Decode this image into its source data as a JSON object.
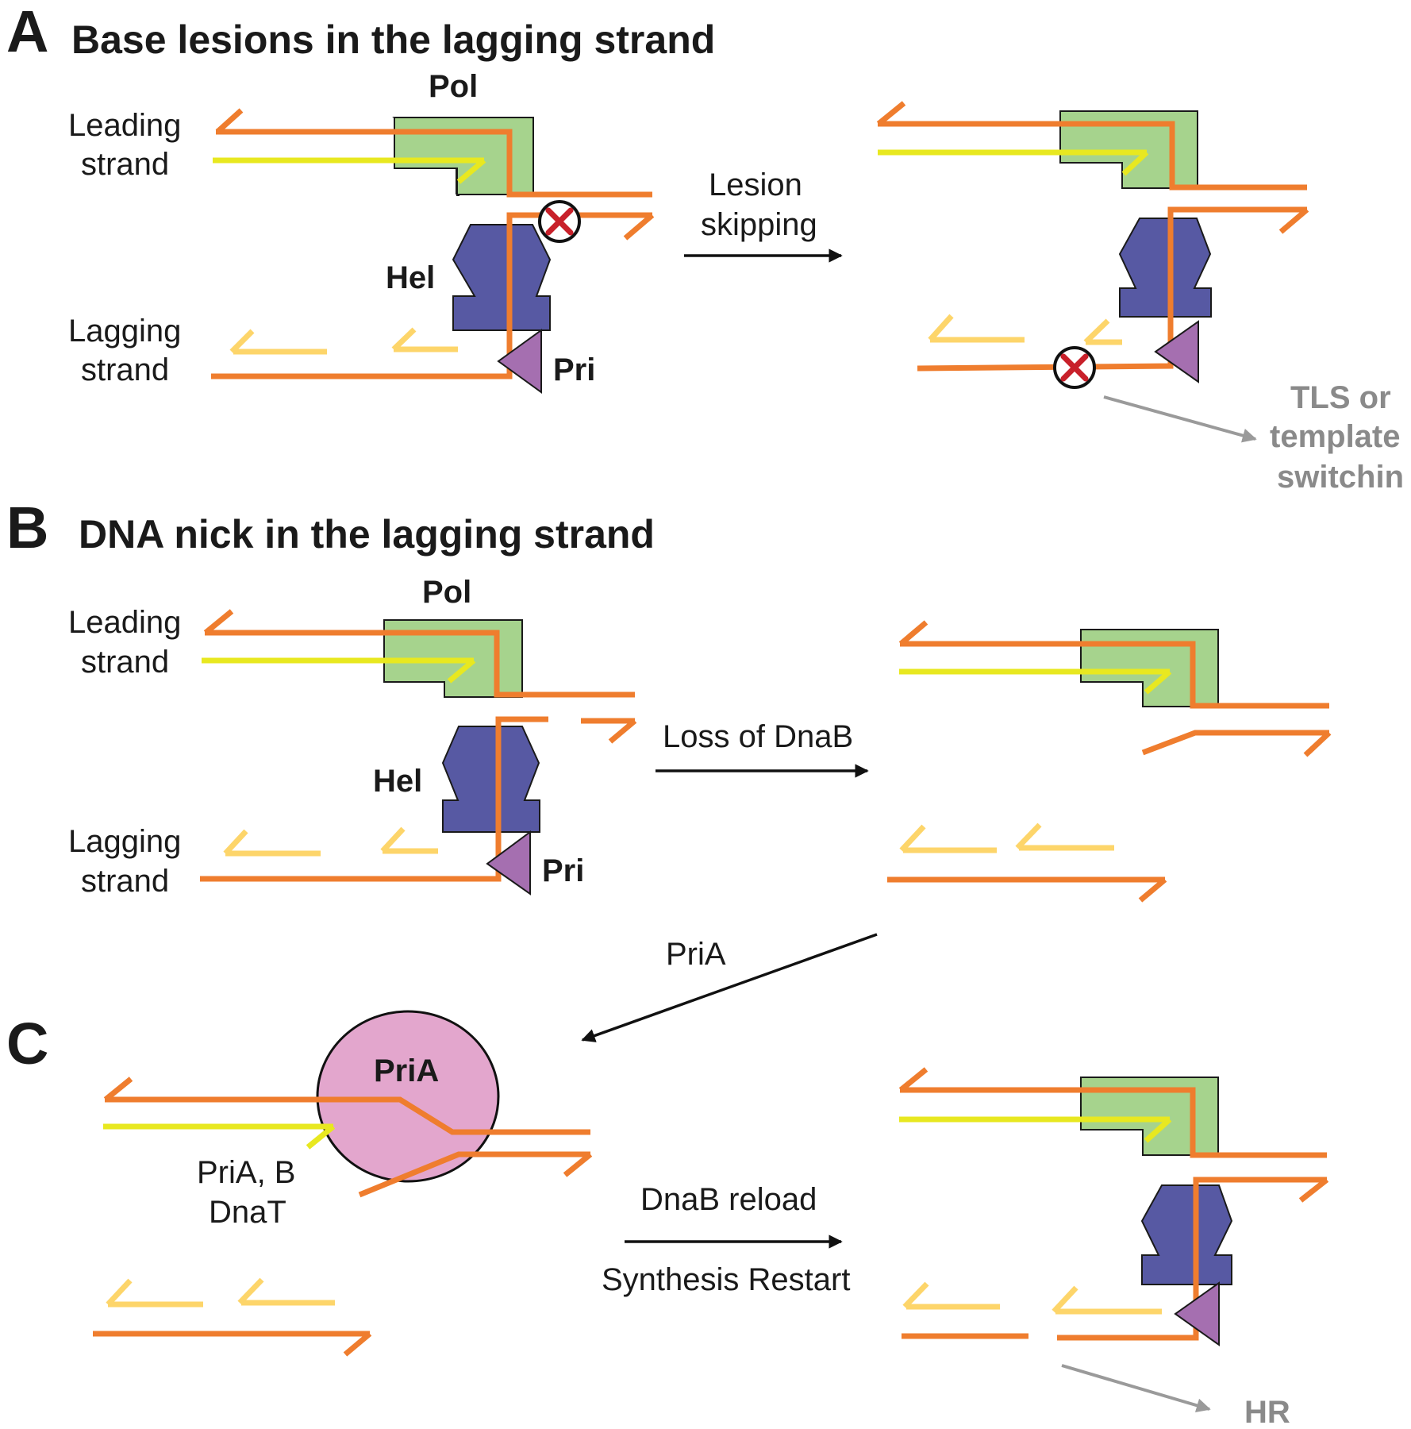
{
  "panels": {
    "a": {
      "letter": "A",
      "title": "Base lesions in the lagging strand",
      "pol_label": "Pol",
      "hel_label": "Hel",
      "pri_label": "Pri",
      "leading_label_1": "Leading",
      "leading_label_2": "strand",
      "lagging_label_1": "Lagging",
      "lagging_label_2": "strand",
      "step_1": "Lesion",
      "step_2": "skipping",
      "outcome_1": "TLS or",
      "outcome_2": "template",
      "outcome_3": "switchin"
    },
    "b": {
      "letter": "B",
      "title": "DNA nick in the lagging strand",
      "pol_label": "Pol",
      "hel_label": "Hel",
      "pri_label": "Pri",
      "leading_label_1": "Leading",
      "leading_label_2": "strand",
      "lagging_label_1": "Lagging",
      "lagging_label_2": "strand",
      "step": "Loss of DnaB",
      "pria_step": "PriA"
    },
    "c": {
      "letter": "C",
      "pria_label": "PriA",
      "factors_1": "PriA, B",
      "factors_2": "DnaT",
      "step_1": "DnaB reload",
      "step_2": "Synthesis Restart",
      "outcome": "HR"
    }
  },
  "colors": {
    "parental_dna": "#ef7d2e",
    "leading_nascent": "#e8e820",
    "okazaki_fragment": "#fdd56a",
    "polymerase": "#a6d38d",
    "helicase": "#5759a3",
    "primase": "#a56fb0",
    "pria": "#e3a6cd",
    "lesion_x": "#c8202a",
    "outcome_gray": "#8a8a8a"
  },
  "icons": {
    "lesion": "circled-x-icon"
  }
}
